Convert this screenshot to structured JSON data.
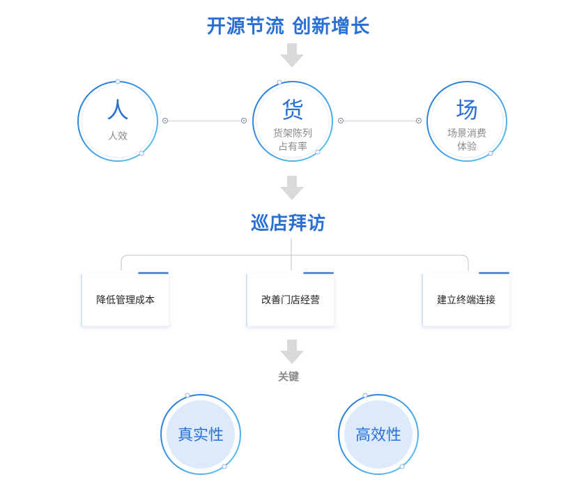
{
  "header": {
    "title": "开源节流  创新增长"
  },
  "pillars": [
    {
      "char": "人",
      "sub_lines": [
        "人效"
      ]
    },
    {
      "char": "货",
      "sub_lines": [
        "货架陈列",
        "占有率"
      ]
    },
    {
      "char": "场",
      "sub_lines": [
        "场景消费",
        "体验"
      ]
    }
  ],
  "middle": {
    "title": "巡店拜访"
  },
  "benefits": [
    "降低管理成本",
    "改善门店经营",
    "建立终端连接"
  ],
  "key": {
    "label": "关键",
    "items": [
      "真实性",
      "高效性"
    ]
  },
  "colors": {
    "accent": "#2a6fd6",
    "ring_start": "#1e6fd9",
    "ring_end": "#5cc8f2",
    "fill_light": "#dceafb",
    "arrow": "#d9d9d9"
  }
}
